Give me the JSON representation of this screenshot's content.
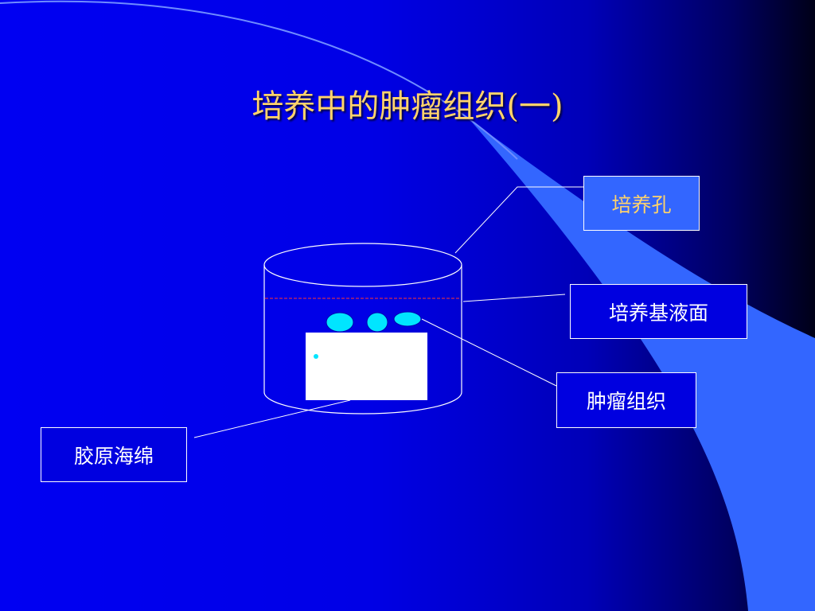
{
  "title": "培养中的肿瘤组织(一)",
  "labels": {
    "culture_well": "培养孔",
    "medium_surface": "培养基液面",
    "tumor_tissue": "肿瘤组织",
    "collagen_sponge": "胶原海绵"
  },
  "colors": {
    "title_text": "#ffd36b",
    "background_blue": "#0000e6",
    "swoosh_light": "#3366ff",
    "outline": "#ffffff",
    "medium_line": "#ff3333",
    "tumor_fill": "#00e5ff",
    "sponge_fill": "#ffffff"
  }
}
